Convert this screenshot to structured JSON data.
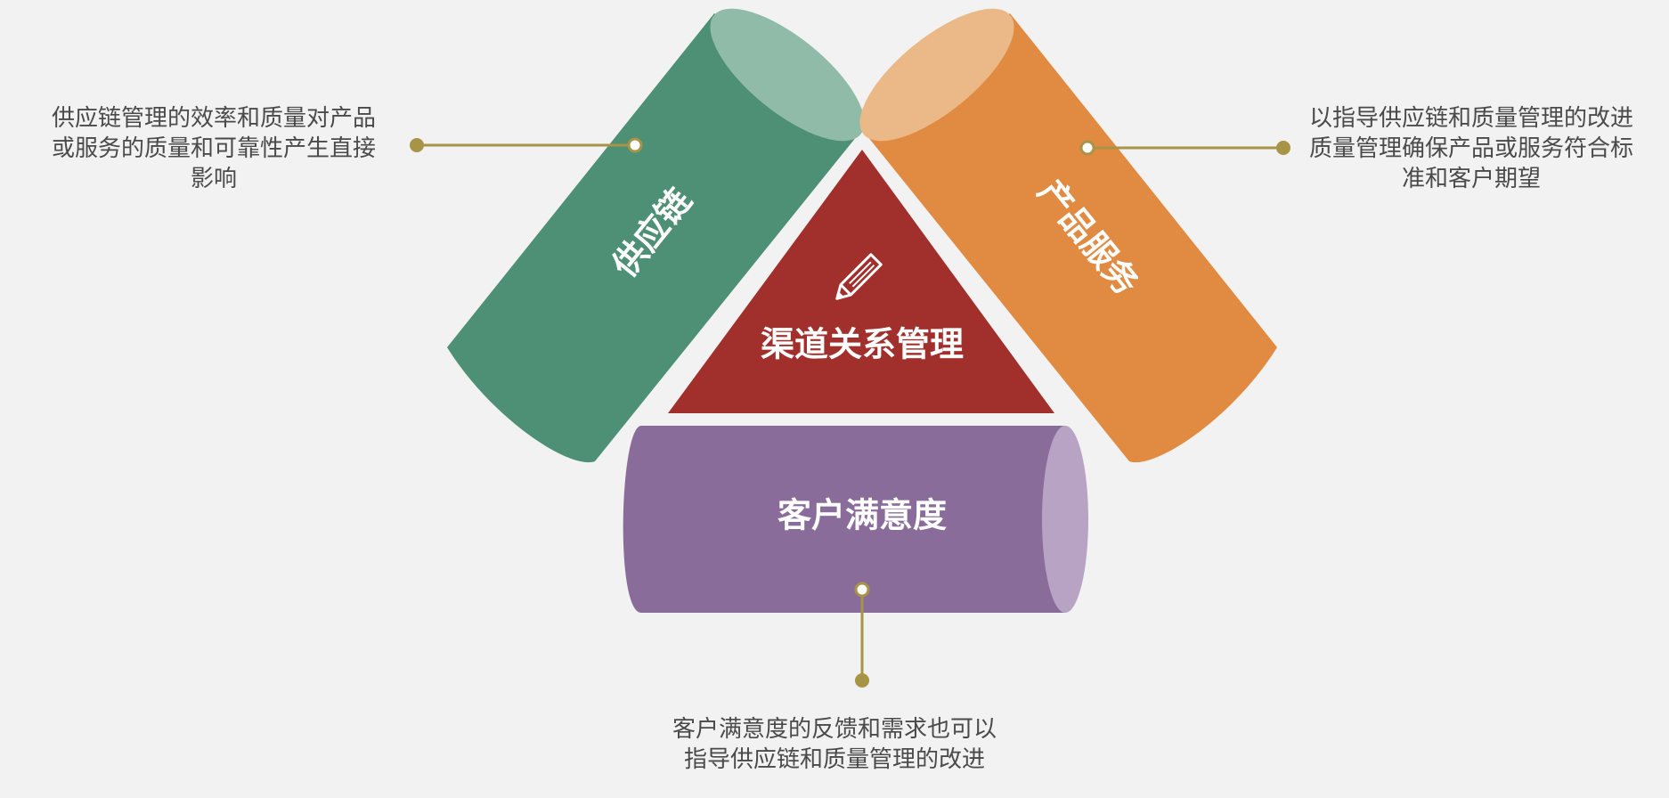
{
  "diagram": {
    "center": {
      "title": "渠道关系管理",
      "icon": "pencil-icon"
    },
    "pillars": {
      "supply_chain": {
        "label": "供应链"
      },
      "product_service": {
        "label": "产品服务"
      },
      "customer_satisfaction": {
        "label": "客户满意度"
      }
    },
    "notes": {
      "left": {
        "lines": [
          "供应链管理的效率和质量对产品",
          "或服务的质量和可靠性产生直接",
          "影响"
        ]
      },
      "right": {
        "lines": [
          "以指导供应链和质量管理的改进",
          "质量管理确保产品或服务符合标",
          "准和客户期望"
        ]
      },
      "bottom": {
        "lines": [
          "客户满意度的反馈和需求也可以",
          "指导供应链和质量管理的改进"
        ]
      }
    }
  },
  "colors": {
    "background": "#f2f2f2",
    "green": "#4e9075",
    "orange": "#e08a42",
    "purple": "#896c9a",
    "red": "#a12f2c",
    "connector": "#a89446",
    "text": "#4a4a4a"
  }
}
